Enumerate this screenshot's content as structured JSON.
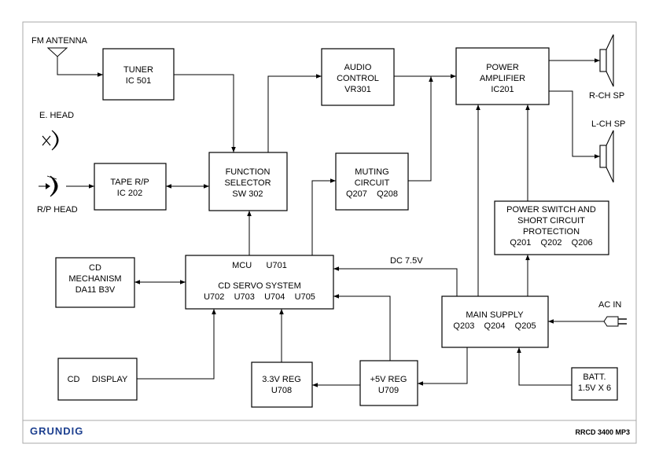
{
  "blocks": {
    "tuner": [
      "TUNER",
      "IC 501"
    ],
    "audio_control": [
      "AUDIO",
      "CONTROL",
      "VR301"
    ],
    "power_amp": [
      "POWER",
      "AMPLIFIER",
      "IC201"
    ],
    "tape_rp": [
      "TAPE R/P",
      "IC 202"
    ],
    "function_selector": [
      "FUNCTION",
      "SELECTOR",
      "SW 302"
    ],
    "muting_circuit": [
      "MUTING",
      "CIRCUIT",
      "Q207    Q208"
    ],
    "power_switch": [
      "POWER SWITCH AND",
      "SHORT CIRCUIT",
      "PROTECTION",
      "Q201    Q202    Q206"
    ],
    "cd_mechanism": [
      "CD",
      "MECHANISM",
      "DA11 B3V"
    ],
    "mcu": [
      "MCU      U701",
      "CD SERVO SYSTEM",
      "U702    U703    U704    U705"
    ],
    "main_supply": [
      "MAIN SUPPLY",
      "Q203    Q204    Q205"
    ],
    "cd_display": [
      "CD     DISPLAY"
    ],
    "reg33": [
      "3.3V REG",
      "U708"
    ],
    "reg5": [
      "+5V REG",
      "U709"
    ],
    "batt": [
      "BATT.",
      "1.5V X 6"
    ]
  },
  "labels": {
    "fm_antenna": "FM ANTENNA",
    "e_head": "E. HEAD",
    "rp_head": "R/P HEAD",
    "rch_sp": "R-CH SP",
    "lch_sp": "L-CH SP",
    "ac_in": "AC IN",
    "dc_75v": "DC 7.5V"
  },
  "footer": {
    "brand": "GRUNDIG",
    "model": "RRCD 3400 MP3"
  },
  "colors": {
    "brand": "#1c3f8f",
    "frame": "#a8a8a8"
  }
}
